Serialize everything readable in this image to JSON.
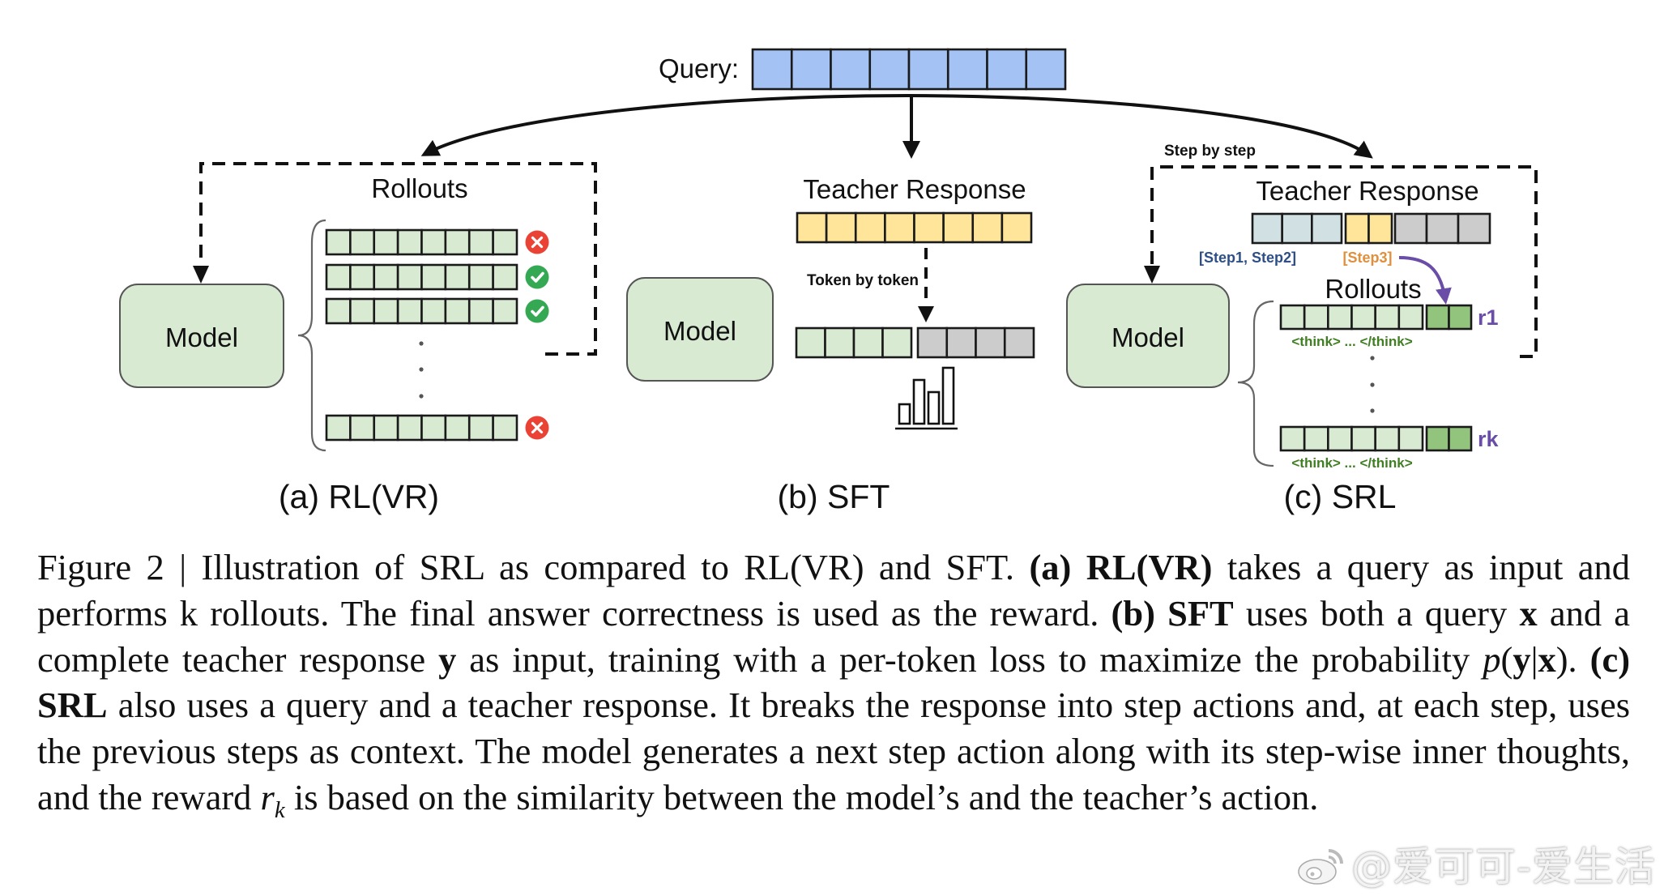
{
  "figure": {
    "query_label": "Query:",
    "query_token_count": 8,
    "colors": {
      "query": "#a4c2f4",
      "rollout_light_green": "#d9ead3",
      "rollout_dark_green": "#93c47d",
      "teacher_yellow": "#ffe599",
      "context_blue_gray": "#d0e0e3",
      "future_gray": "#cccccc",
      "wrong_red": "#ea4335",
      "correct_green": "#34a853",
      "reward_purple": "#6a4da6",
      "step12_blue": "#2e4f86",
      "step3_orange": "#e08f3c",
      "think_green": "#3f7f22"
    },
    "panel_a": {
      "rollouts_title": "Rollouts",
      "model_label": "Model",
      "subcaption": "(a) RL(VR)",
      "rollouts": [
        {
          "tokens": 8,
          "result": "wrong",
          "icon": "x-circle-icon"
        },
        {
          "tokens": 8,
          "result": "correct",
          "icon": "check-circle-icon"
        },
        {
          "tokens": 8,
          "result": "correct",
          "icon": "check-circle-icon"
        },
        {
          "tokens": 8,
          "result": "wrong",
          "icon": "x-circle-icon"
        }
      ],
      "ellipsis": "⋮"
    },
    "panel_b": {
      "teacher_title": "Teacher Response",
      "teacher_tokens": 8,
      "token_by_token_label": "Token by token",
      "model_label": "Model",
      "generated_tokens": 4,
      "remaining_tokens": 4,
      "distribution_icon": "bar-chart-icon",
      "subcaption": "(b) SFT"
    },
    "panel_c": {
      "step_by_step_label": "Step by step",
      "teacher_title": "Teacher Response",
      "context_tokens": 3,
      "step_tokens": 2,
      "future_tokens": 3,
      "context_label": "[Step1, Step2]",
      "step_label": "[Step3]",
      "rollouts_title": "Rollouts",
      "model_label": "Model",
      "rollouts": [
        {
          "think_tokens": 6,
          "action_tokens": 2,
          "reward_label": "r1",
          "think_label": "<think> ... </think>"
        },
        {
          "think_tokens": 6,
          "action_tokens": 2,
          "reward_label": "rk",
          "think_label": "<think> ... </think>"
        }
      ],
      "subcaption": "(c) SRL"
    }
  },
  "caption": {
    "figure_number": "Figure 2",
    "separator": "|",
    "intro": "Illustration of SRL as compared to RL(VR) and SFT.",
    "a_tag": "(a)",
    "a_name": "RL(VR)",
    "a_text": "takes a query as input and performs k rollouts. The final answer correctness is used as the reward.",
    "b_tag": "(b)",
    "b_name": "SFT",
    "b_text_1": "uses both a query",
    "b_var_x": "x",
    "b_text_2": "and a complete teacher response",
    "b_var_y": "y",
    "b_text_3": "as input, training with a per-token loss to maximize the probability",
    "b_prob_p": "p",
    "b_prob_open": "(",
    "b_prob_y": "y",
    "b_prob_bar": "|",
    "b_prob_x": "x",
    "b_prob_close": ").",
    "c_tag": "(c)",
    "c_name": "SRL",
    "c_text_1": "also uses a query and a teacher response. It breaks the response into step actions and, at each step, uses the previous steps as context. The model generates a next step action along with its step-wise inner thoughts, and the reward",
    "c_reward_r": "r",
    "c_reward_sub": "k",
    "c_text_2": "is based on the similarity between the model’s and the teacher’s action."
  },
  "watermark": {
    "icon": "weibo-icon",
    "text": "@爱可可-爱生活"
  }
}
